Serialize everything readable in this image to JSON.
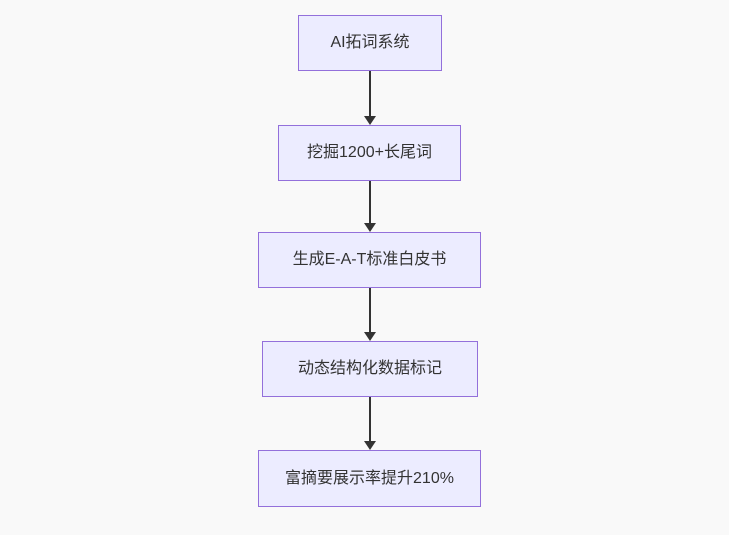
{
  "background_color": "#f9f9f9",
  "diagram": {
    "type": "flowchart",
    "direction": "top-down",
    "style": {
      "node_fill": "#ECECFF",
      "node_border": "#9370DB",
      "text_color": "#333333",
      "arrow_color": "#333333"
    },
    "nodes": [
      {
        "id": "ai-word-expansion-system",
        "label": "AI拓词系统"
      },
      {
        "id": "mine-longtail-keywords",
        "label": "挖掘1200+长尾词"
      },
      {
        "id": "generate-eat-whitepaper",
        "label": "生成E-A-T标准白皮书"
      },
      {
        "id": "dynamic-structured-markup",
        "label": "动态结构化数据标记"
      },
      {
        "id": "rich-snippet-rate-increase",
        "label": "富摘要展示率提升210%"
      }
    ],
    "edges": [
      {
        "from": "ai-word-expansion-system",
        "to": "mine-longtail-keywords"
      },
      {
        "from": "mine-longtail-keywords",
        "to": "generate-eat-whitepaper"
      },
      {
        "from": "generate-eat-whitepaper",
        "to": "dynamic-structured-markup"
      },
      {
        "from": "dynamic-structured-markup",
        "to": "rich-snippet-rate-increase"
      }
    ]
  }
}
